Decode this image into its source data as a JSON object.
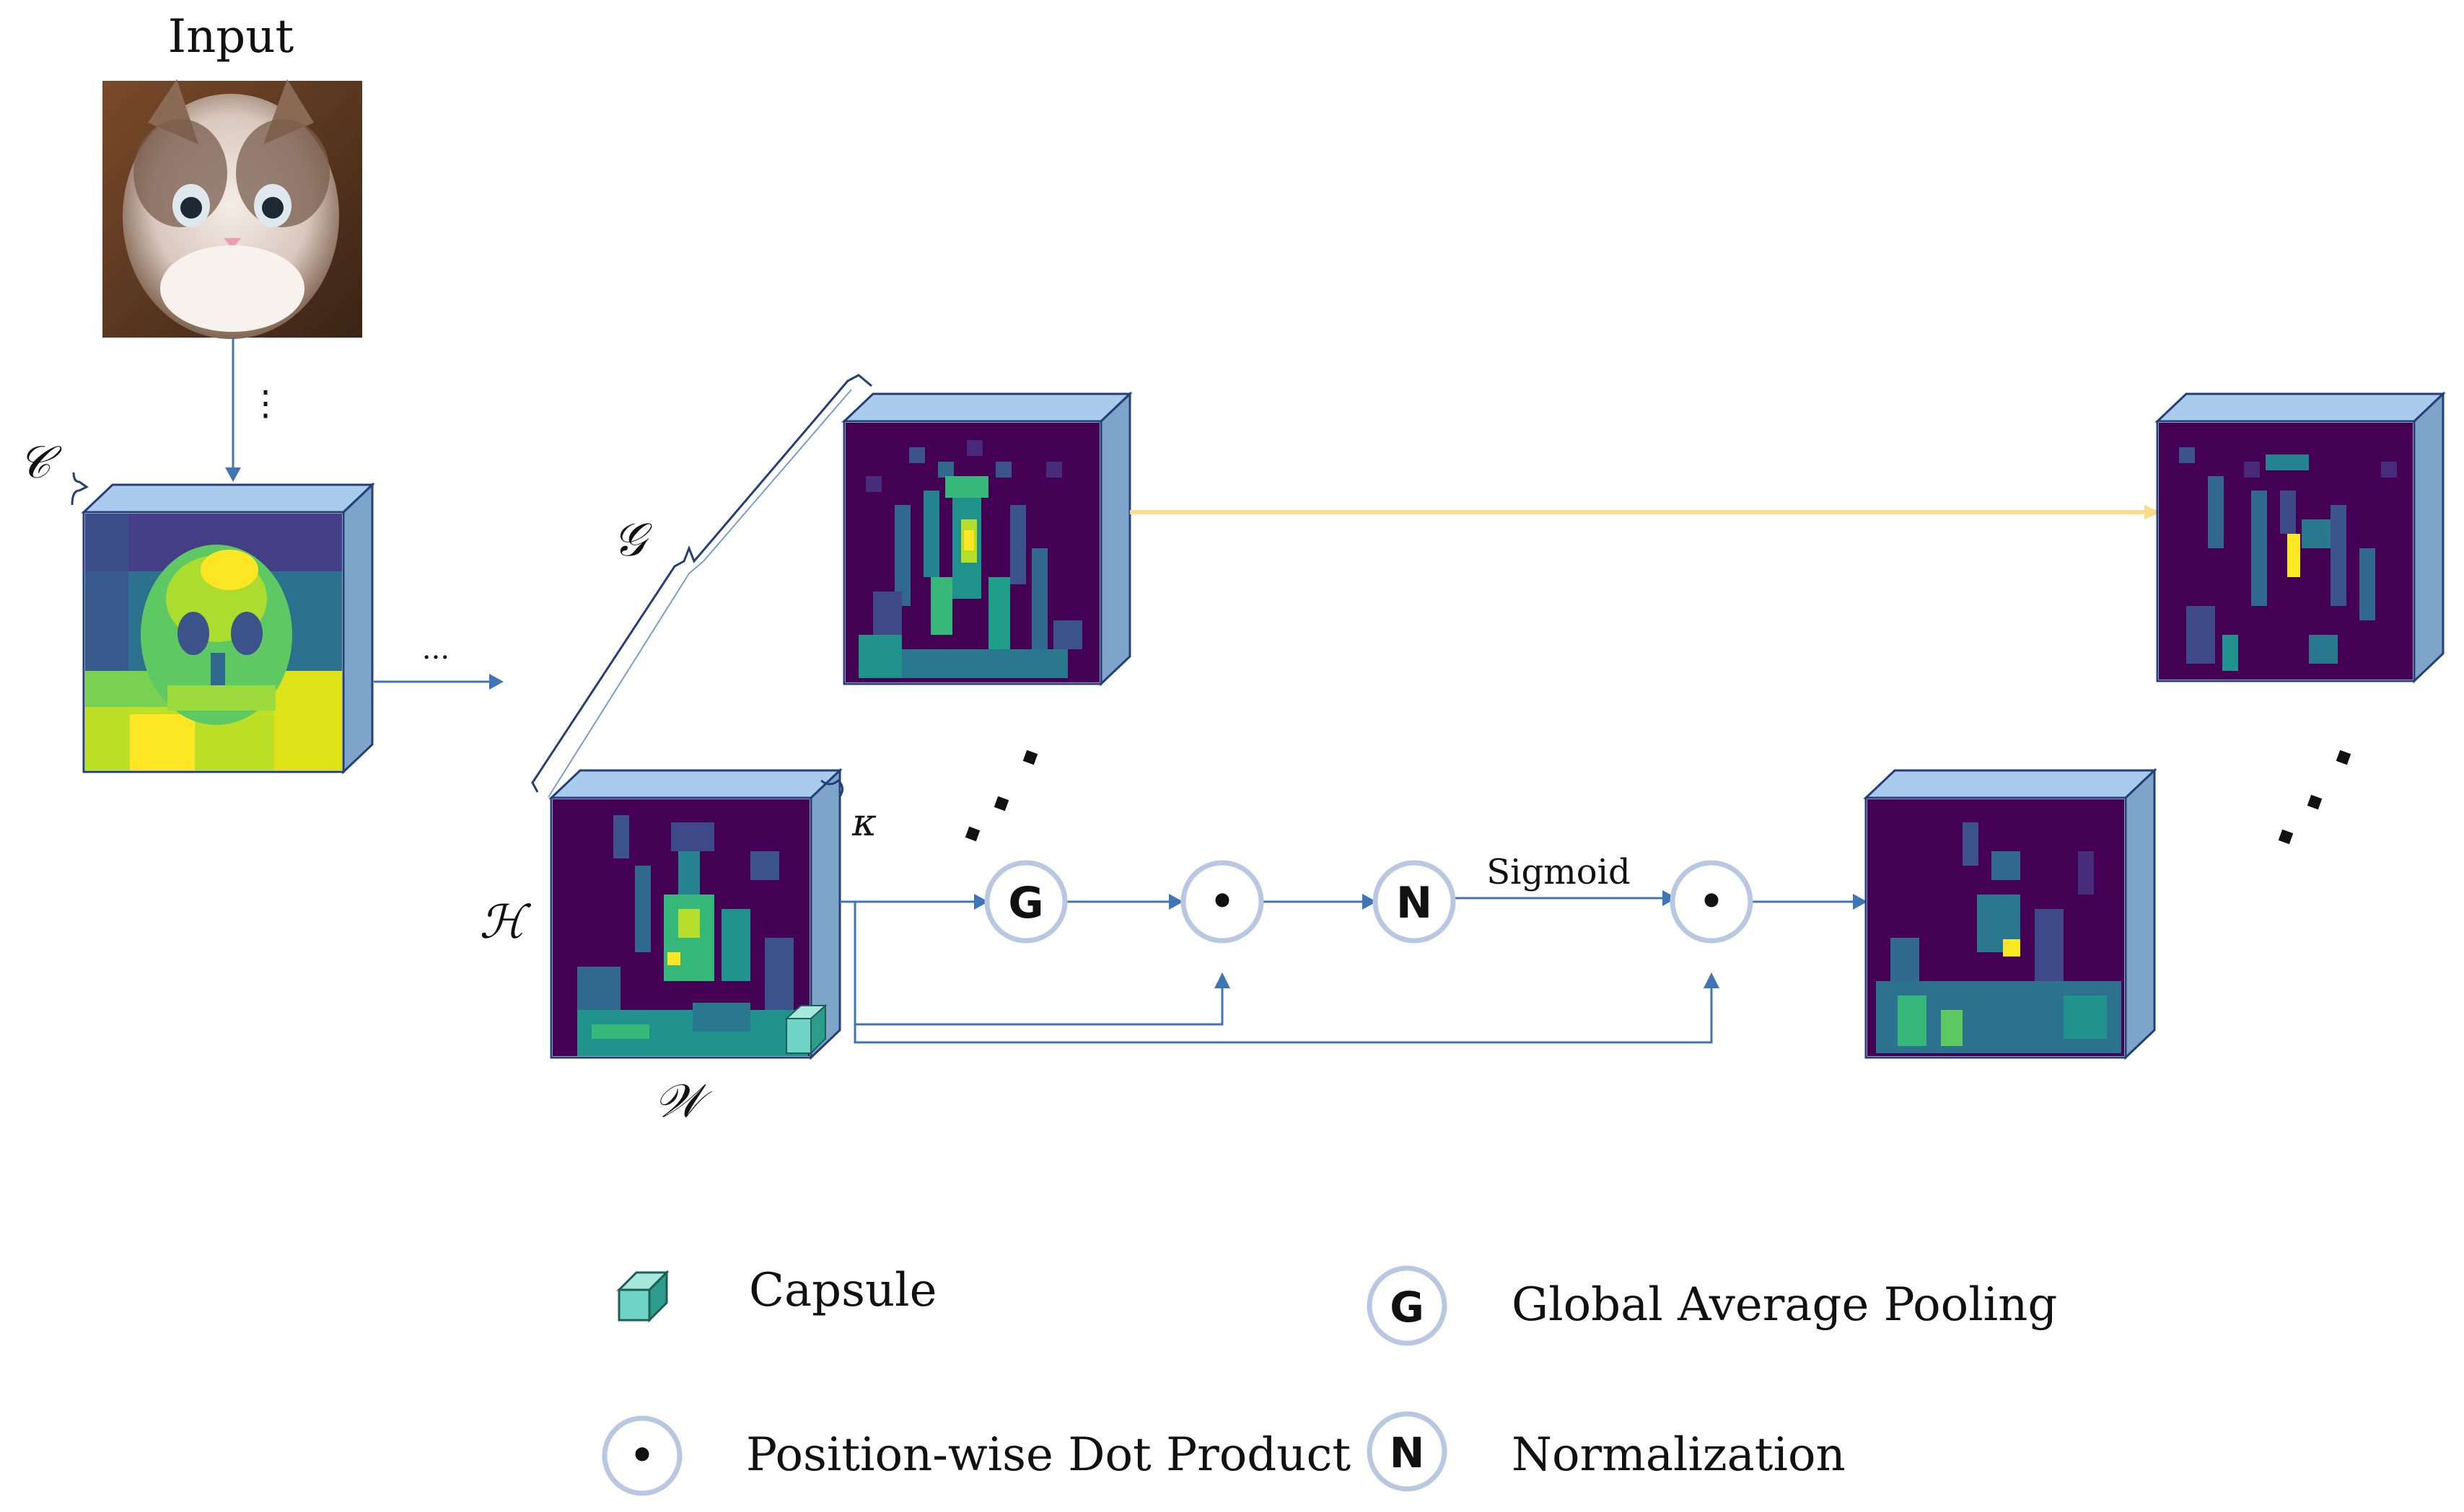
{
  "input_label": "Input",
  "ellipsis_vertical": "⋮",
  "ellipsis_horizontal": "···",
  "symbols": {
    "channels": "𝒞",
    "groups": "𝒢",
    "height": "ℋ",
    "width": "𝒲",
    "kappa": "κ"
  },
  "operators": {
    "gap": "G",
    "dot": "•",
    "norm": "N"
  },
  "sigmoid_label": "Sigmoid",
  "legend": {
    "capsule": "Capsule",
    "dot_product": "Position-wise Dot Product",
    "gap": "Global Average Pooling",
    "normalization": "Normalization"
  },
  "colors": {
    "cube_top": "#a9cbec",
    "cube_side": "#7fa4c9",
    "viridis_dark": "#440154",
    "viridis_blue": "#3b528b",
    "viridis_teal": "#21918c",
    "viridis_green": "#5ec962",
    "viridis_yellow": "#fde725",
    "arrow_blue": "#3f75b5",
    "arrow_yellow": "#f8dc8a",
    "circle_stroke": "#b8c8e2",
    "capsule": "#6fd3c6"
  }
}
